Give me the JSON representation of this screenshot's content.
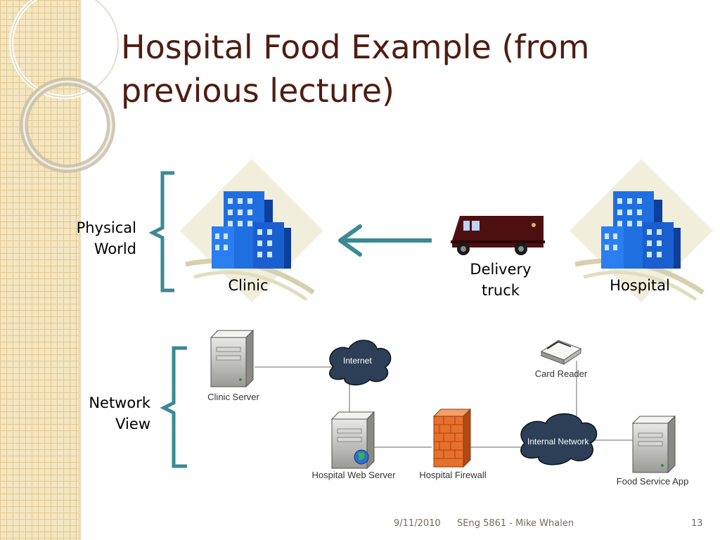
{
  "slide": {
    "title": "Hospital Food Example (from previous lecture)",
    "footer": {
      "date": "9/11/2010",
      "course": "SEng 5861 - Mike Whalen",
      "page": "13"
    }
  },
  "physical": {
    "label_line1": "Physical",
    "label_line2": "World",
    "clinic": "Clinic",
    "truck_line1": "Delivery",
    "truck_line2": "truck",
    "hospital": "Hospital"
  },
  "network": {
    "label_line1": "Network",
    "label_line2": "View",
    "clinic_server": "Clinic Server",
    "internet": "Internet",
    "web_server": "Hospital Web Server",
    "firewall": "Hospital Firewall",
    "internal_network": "Internal Network",
    "card_reader": "Card Reader",
    "food_app": "Food Service App"
  },
  "colors": {
    "title": "#4e1d12",
    "bracket": "#3a8a94",
    "truck": "#4d0f0f",
    "building": "#1f6fe0"
  }
}
